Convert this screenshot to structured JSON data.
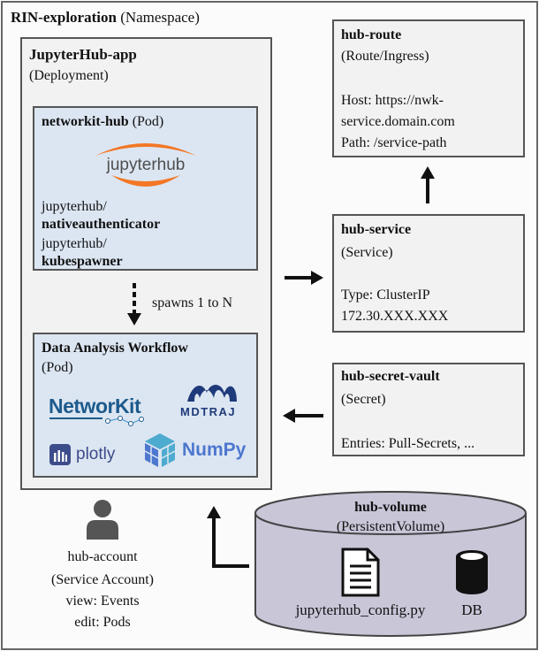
{
  "namespace": {
    "name": "RIN-exploration",
    "kind": "(Namespace)"
  },
  "deployment": {
    "name": "JupyterHub-app",
    "kind": "(Deployment)"
  },
  "hub_pod": {
    "name": "networkit-hub",
    "kind": "(Pod)",
    "logo_text": "jupyterhub",
    "line1": "jupyterhub/",
    "line2": "nativeauthenticator",
    "line3": "jupyterhub/",
    "line4": "kubespawner"
  },
  "spawn": {
    "label": "spawns 1 to N"
  },
  "workflow_pod": {
    "name": "Data Analysis Workflow",
    "kind": "(Pod)",
    "logos": {
      "networkit": "NetworKit",
      "mdtraj": "MDTRAJ",
      "plotly": "plotly",
      "numpy": "NumPy"
    }
  },
  "route": {
    "name": "hub-route",
    "kind": "(Route/Ingress)",
    "host1": "Host: https://nwk-",
    "host2": "service.domain.com",
    "path": "Path: /service-path"
  },
  "service": {
    "name": "hub-service",
    "kind": "(Service)",
    "type": "Type: ClusterIP",
    "ip": "172.30.XXX.XXX"
  },
  "secret": {
    "name": "hub-secret-vault",
    "kind": "(Secret)",
    "entries": "Entries: Pull-Secrets, ..."
  },
  "account": {
    "name": "hub-account",
    "kind": "(Service Account)",
    "view": "view:  Events",
    "edit": "edit: Pods"
  },
  "volume": {
    "name": "hub-volume",
    "kind": "(PersistentVolume)",
    "file": "jupyterhub_config.py",
    "db": "DB"
  },
  "colors": {
    "pod_fill": "#dce6f2",
    "box_fill": "#f2f2f2",
    "volume_fill": "#c9c6d8",
    "jupyter_orange": "#f37726",
    "networkit_blue": "#1d5a8c",
    "mdtraj_blue": "#1f3a7a",
    "plotly_blue": "#3d4c8a",
    "numpy_blue": "#4dabcf"
  }
}
